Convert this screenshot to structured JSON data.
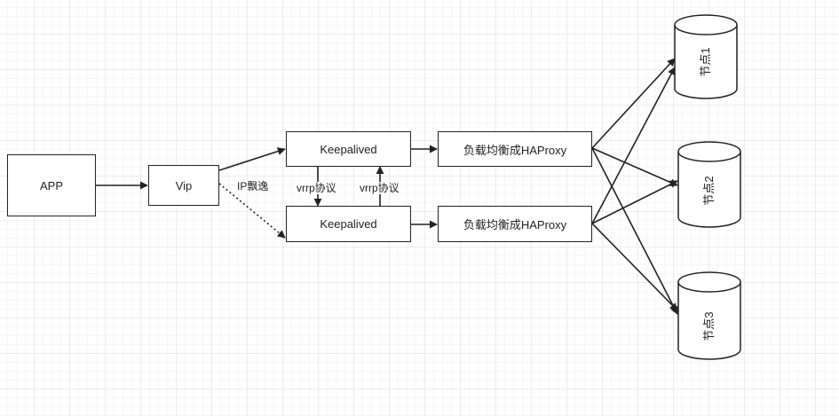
{
  "nodes": {
    "app": "APP",
    "vip": "Vip",
    "keepalived_top": "Keepalived",
    "keepalived_bottom": "Keepalived",
    "haproxy_top": "负载均衡成HAProxy",
    "haproxy_bottom": "负载均衡成HAProxy",
    "node1": "节点1",
    "node2": "节点2",
    "node3": "节点3"
  },
  "edges": {
    "ip_float": "IP飘逸",
    "vrrp_down": "vrrp协议",
    "vrrp_up": "vrrp协议"
  },
  "colors": {
    "stroke": "#222222",
    "fill": "#ffffff"
  }
}
